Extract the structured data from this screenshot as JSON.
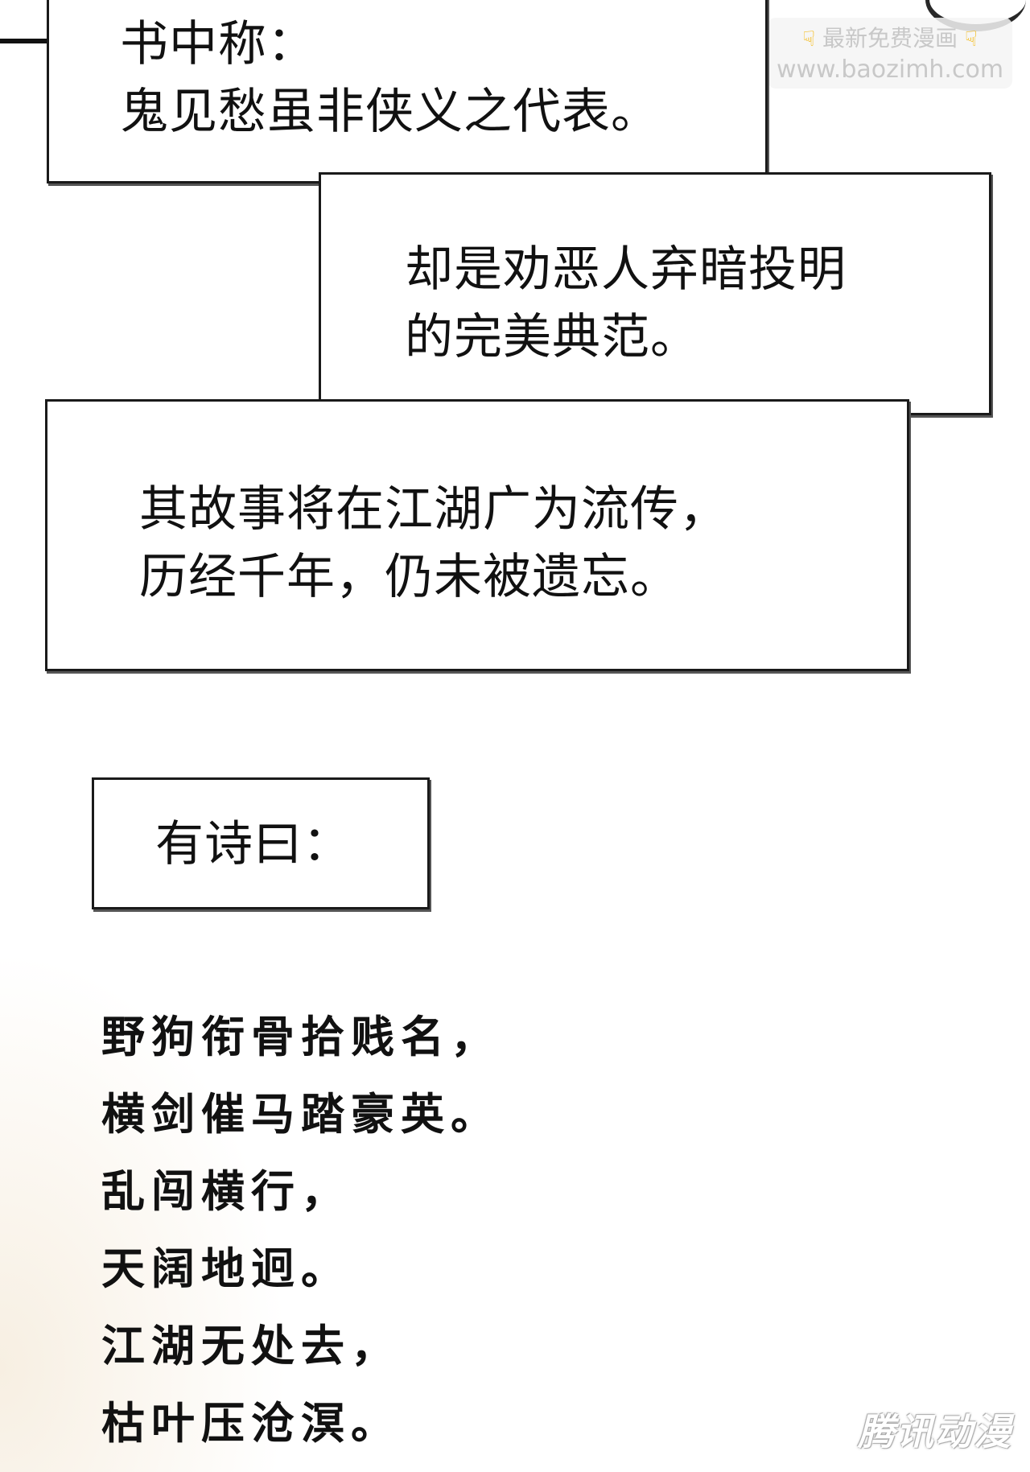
{
  "watermark": {
    "text": "最新免费漫画",
    "url": "www.baozimh.com",
    "hand_icon": "pointing-down-hand-icon"
  },
  "captions": [
    {
      "lines": [
        "书中称：",
        "鬼见愁虽非侠义之代表。"
      ]
    },
    {
      "lines": [
        "却是劝恶人弃暗投明",
        "的完美典范。"
      ]
    },
    {
      "lines": [
        "其故事将在江湖广为流传，",
        "历经千年，仍未被遗忘。"
      ]
    },
    {
      "lines": [
        "有诗曰："
      ]
    }
  ],
  "poem": [
    "野狗衔骨拾贱名，",
    "横剑催马踏豪英。",
    "乱闯横行，",
    "天阔地迥。",
    "江湖无处去，",
    "枯叶压沧溟。"
  ],
  "logo": "腾讯动漫"
}
